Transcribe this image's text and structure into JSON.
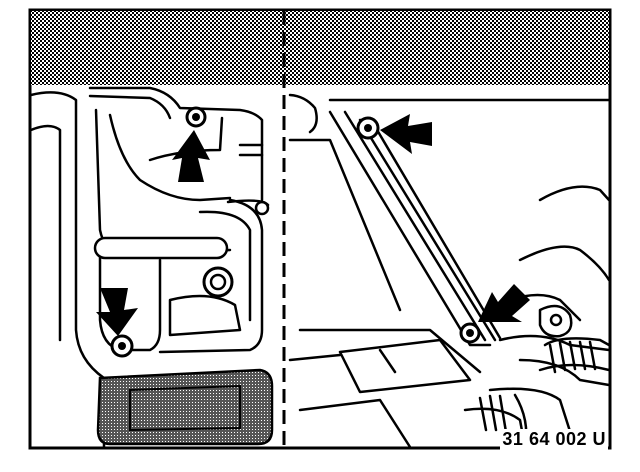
{
  "figure": {
    "reference_code": "31 64 002 U",
    "panels": [
      {
        "name": "left-panel",
        "callouts": 2
      },
      {
        "name": "right-panel",
        "callouts": 2
      }
    ],
    "colors": {
      "ink": "#000000",
      "paper": "#ffffff",
      "shade": "#8a8a8a",
      "dark_shade": "#6e6e6e"
    }
  }
}
